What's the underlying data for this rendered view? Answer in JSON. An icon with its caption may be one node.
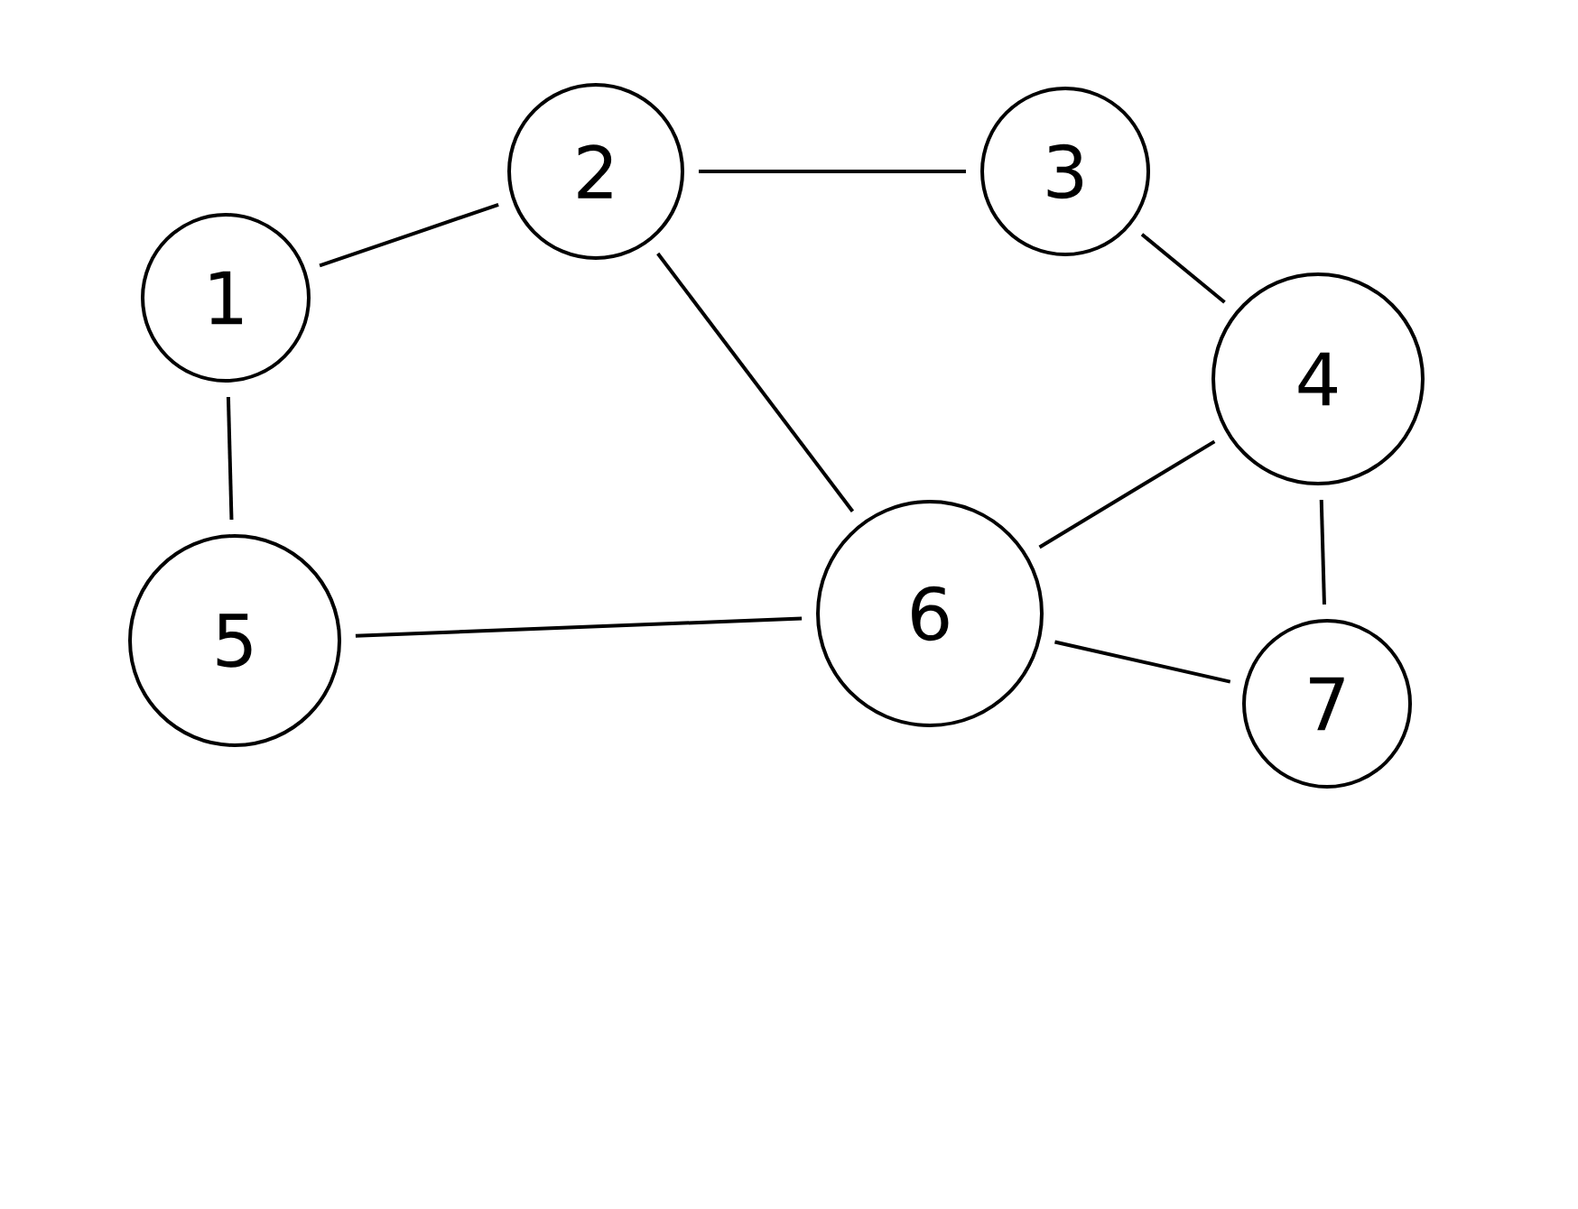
{
  "diagram": {
    "nodes": [
      {
        "text": [
          "1"
        ]
      },
      {
        "text": [
          "2"
        ]
      },
      {
        "text": [
          "3"
        ]
      },
      {
        "text": [
          "4"
        ]
      },
      {
        "text": [
          "5"
        ]
      },
      {
        "text": [
          "6"
        ]
      },
      {
        "text": [
          "7"
        ]
      }
    ],
    "edges": [
      {
        "from": 0,
        "to": 1,
        "arrow": "none"
      },
      {
        "from": 1,
        "to": 2,
        "arrow": "none"
      },
      {
        "from": 2,
        "to": 3,
        "arrow": "none"
      },
      {
        "from": 0,
        "to": 4,
        "arrow": "none"
      },
      {
        "from": 4,
        "to": 5,
        "arrow": "none"
      },
      {
        "from": 1,
        "to": 5,
        "arrow": "none"
      },
      {
        "from": 5,
        "to": 3,
        "arrow": "none"
      },
      {
        "from": 5,
        "to": 6,
        "arrow": "none"
      },
      {
        "from": 3,
        "to": 6,
        "arrow": "none"
      }
    ]
  }
}
